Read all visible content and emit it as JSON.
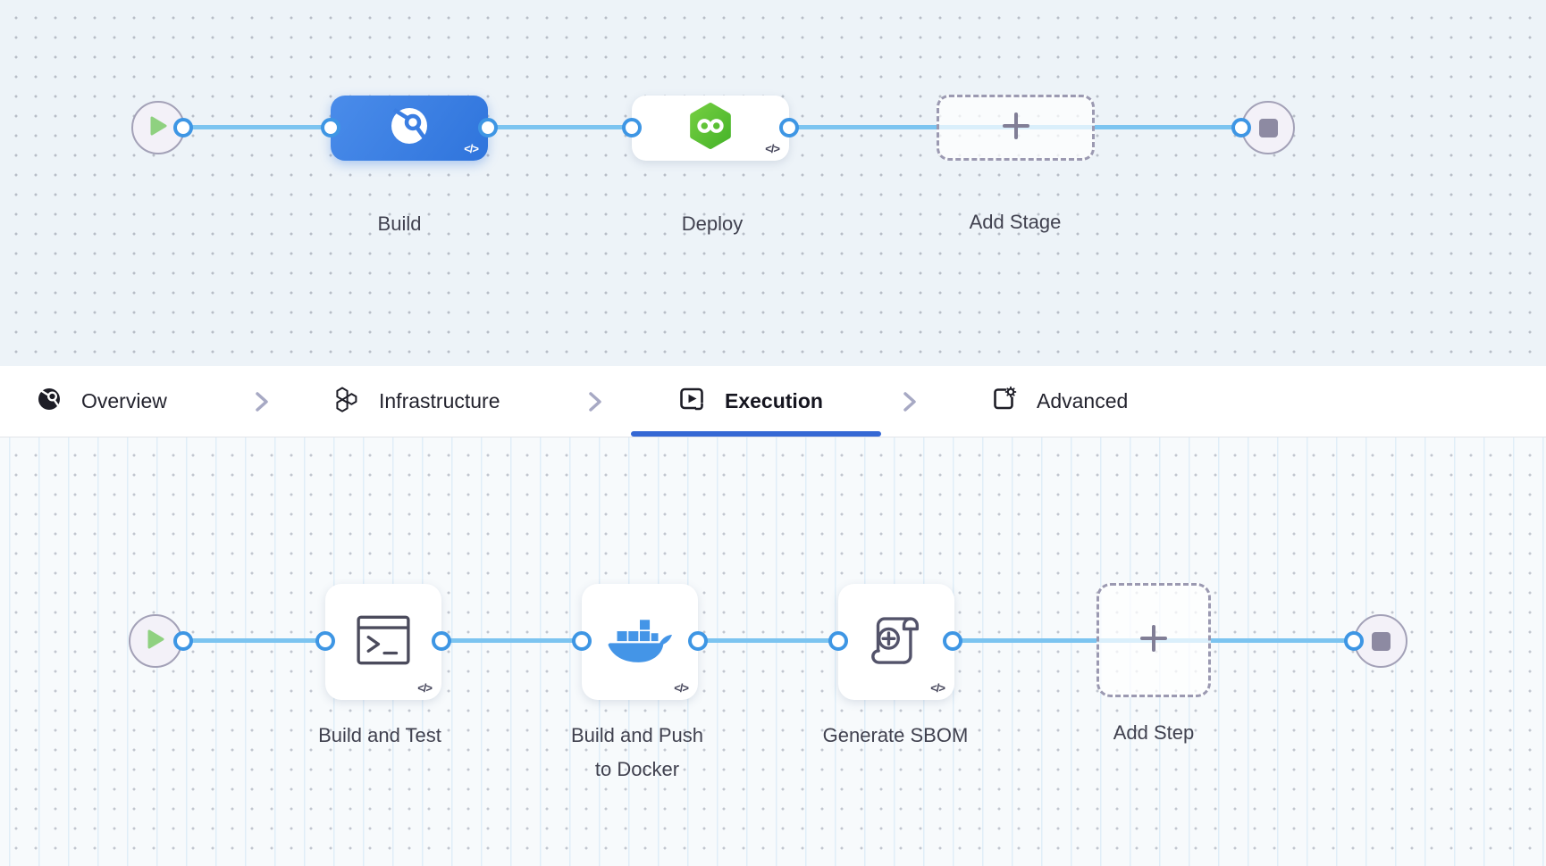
{
  "stage_builder": {
    "stages": [
      {
        "label": "Build",
        "icon": "harness-ci-icon",
        "code_glyph": "</>",
        "selected": true
      },
      {
        "label": "Deploy",
        "icon": "harness-cd-icon",
        "code_glyph": "</>",
        "selected": false
      }
    ],
    "add_stage_label": "Add Stage",
    "start_icon": "play-icon",
    "end_icon": "stop-icon"
  },
  "tab_bar": {
    "tabs": [
      {
        "label": "Overview",
        "icon": "overview-icon",
        "active": false
      },
      {
        "label": "Infrastructure",
        "icon": "infrastructure-icon",
        "active": false
      },
      {
        "label": "Execution",
        "icon": "execution-icon",
        "active": true
      },
      {
        "label": "Advanced",
        "icon": "advanced-icon",
        "active": false
      }
    ]
  },
  "step_builder": {
    "steps": [
      {
        "label": "Build and Test",
        "icon": "terminal-icon",
        "code_glyph": "</>"
      },
      {
        "label": "Build and Push to Docker",
        "icon": "docker-icon",
        "code_glyph": "</>"
      },
      {
        "label": "Generate SBOM",
        "icon": "scroll-plus-icon",
        "code_glyph": "</>"
      }
    ],
    "add_step_label": "Add Step",
    "start_icon": "play-icon",
    "end_icon": "stop-icon"
  },
  "colors": {
    "selected_stage_blue": "#3B7FE4",
    "connector_line_blue": "#7CC4F0",
    "port_ring_blue": "#3E96E4",
    "active_tab_underline": "#3568D4",
    "cd_hexagon_green": "#5FC433",
    "play_triangle_green": "#8FD180",
    "docker_blue": "#4495E7",
    "canvas_top_bg": "#EDF3F8",
    "canvas_bottom_bg": "#F7FAFC"
  }
}
